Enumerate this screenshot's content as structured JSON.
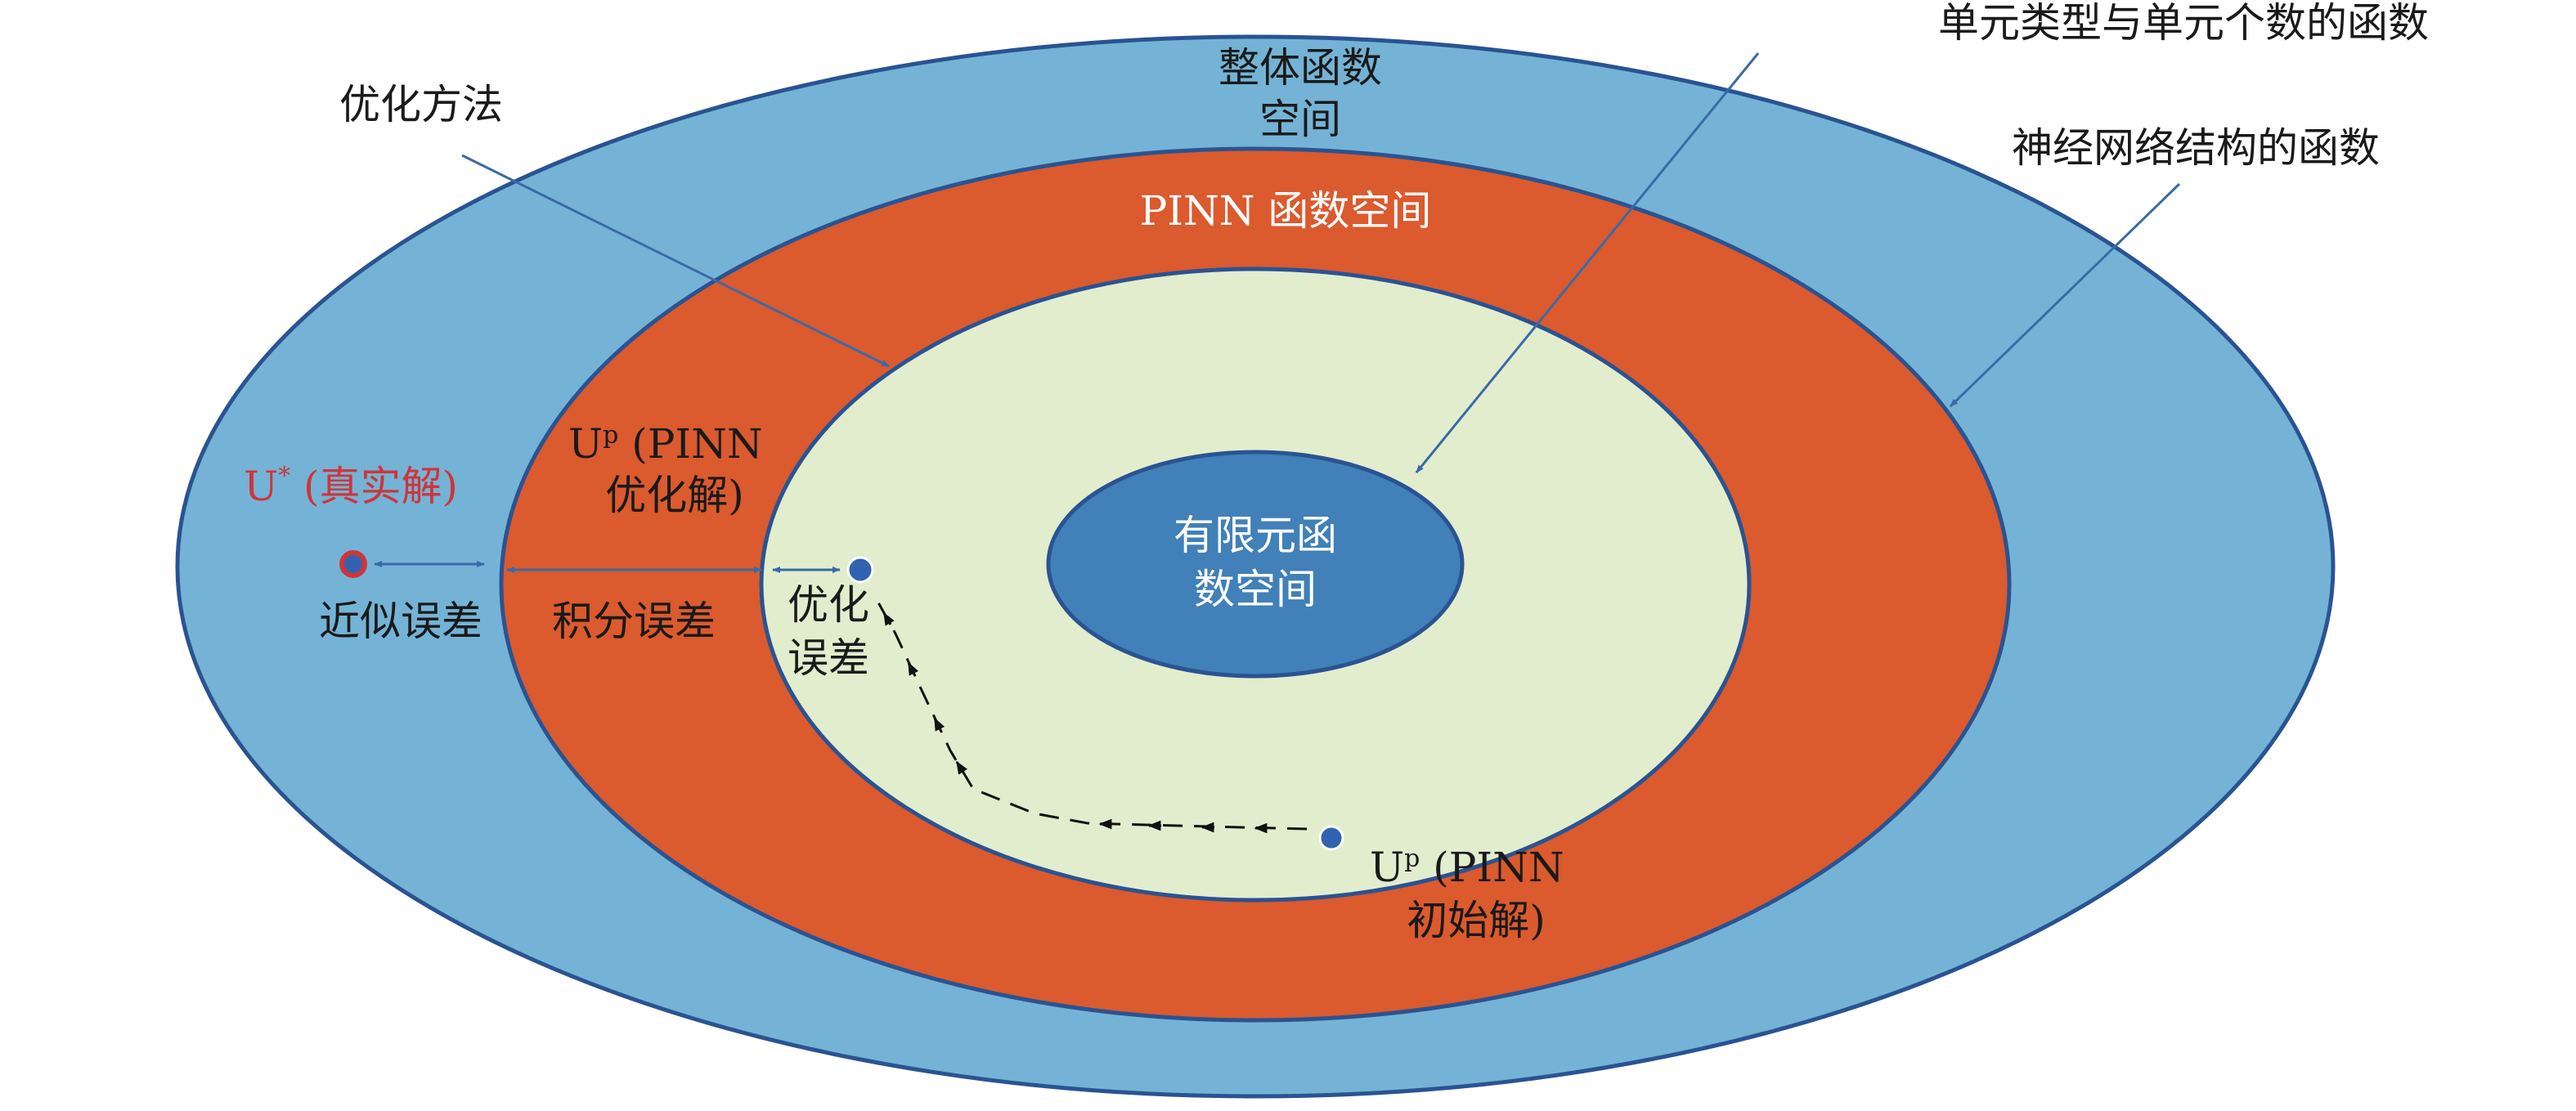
{
  "colors": {
    "outer_space": "#74b3d5",
    "pinn_space": "#db5a2e",
    "inner_space": "#e2edcd",
    "fem_space": "#4180b8",
    "border": "#2a5392",
    "leader_line": "#3a6aa8",
    "true_solution": "#d0343a",
    "point": "#3263b0",
    "text": "#1a1a1a",
    "text_white": "#ffffff"
  },
  "labels": {
    "overall_space_line1": "整体函数",
    "overall_space_line2": "空间",
    "element_function": "单元类型与单元个数的函数",
    "network_function": "神经网络结构的函数",
    "optimization_method": "优化方法",
    "pinn_space": "PINN 函数空间",
    "fem_space_line1": "有限元函",
    "fem_space_line2": "数空间",
    "true_solution_main": "U",
    "true_solution_sup": "*",
    "true_solution_rest": " (真实解)",
    "pinn_opt_main": "U",
    "pinn_opt_sup": "p",
    "pinn_opt_line1_rest": " (PINN",
    "pinn_opt_line2": "优化解)",
    "pinn_init_main": "U",
    "pinn_init_sup": "p",
    "pinn_init_line1_rest": " (PINN",
    "pinn_init_line2": "初始解)",
    "approx_error": "近似误差",
    "integral_error": "积分误差",
    "opt_error_line1": "优化",
    "opt_error_line2": "误差"
  }
}
